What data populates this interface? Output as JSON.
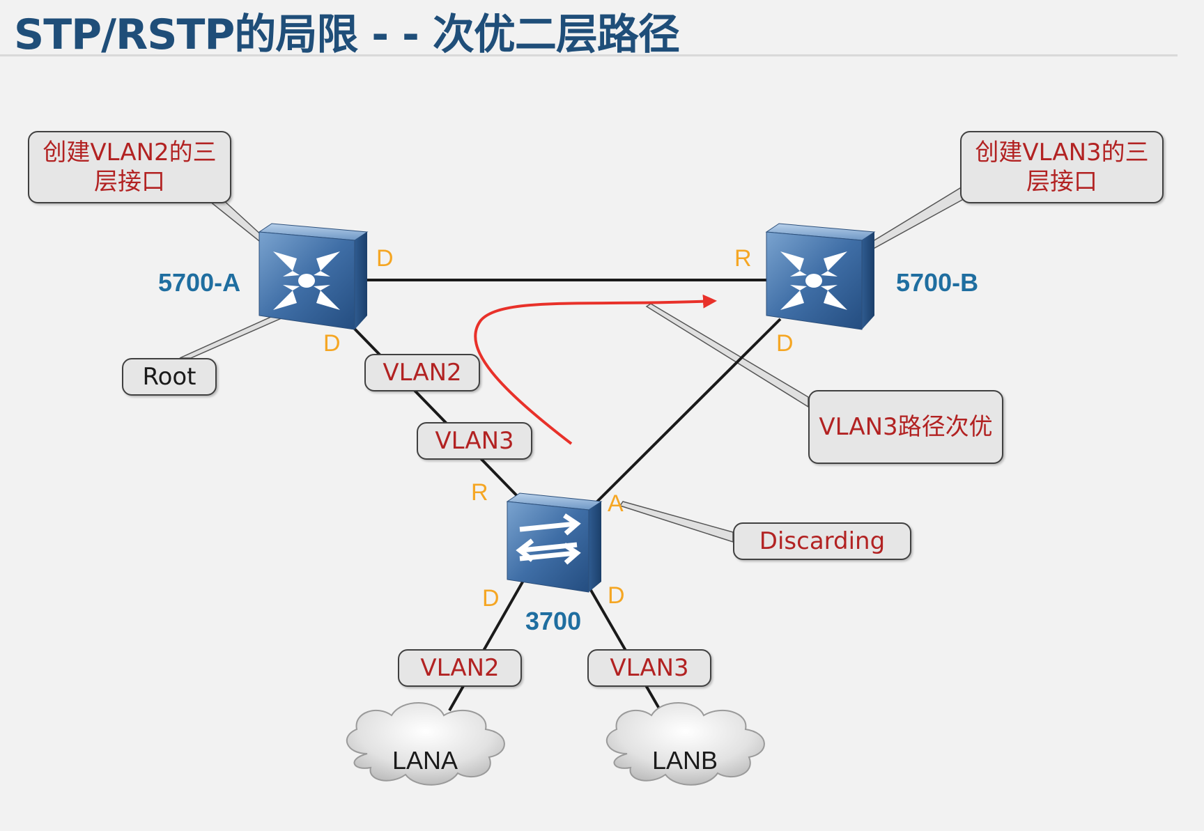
{
  "title": "STP/RSTP的局限 - - 次优二层路径",
  "devices": {
    "switch_a": {
      "name": "5700-A",
      "icon": "core-switch-icon"
    },
    "switch_b": {
      "name": "5700-B",
      "icon": "core-switch-icon"
    },
    "access": {
      "name": "3700",
      "icon": "access-switch-icon"
    }
  },
  "callouts": {
    "a_vlanif": "创建VLAN2的三层接口",
    "b_vlanif": "创建VLAN3的三层接口",
    "root": "Root",
    "suboptimal": "VLAN3路径次优",
    "discarding": "Discarding"
  },
  "link_labels": {
    "uplink_vlan2": "VLAN2",
    "uplink_vlan3": "VLAN3",
    "down_vlan2": "VLAN2",
    "down_vlan3": "VLAN3"
  },
  "ports": {
    "a_right": "D",
    "a_bottom": "D",
    "b_left": "R",
    "b_bottom": "D",
    "access_top_left": "R",
    "access_top_right": "A",
    "access_bottom_left": "D",
    "access_bottom_right": "D"
  },
  "clouds": {
    "lan_a": "LANA",
    "lan_b": "LANB"
  },
  "colors": {
    "title": "#1f4e79",
    "port_role": "#f5a623",
    "device_name": "#1f6ea0",
    "callout_text": "#b22222",
    "traffic_arrow": "#e8312a"
  }
}
